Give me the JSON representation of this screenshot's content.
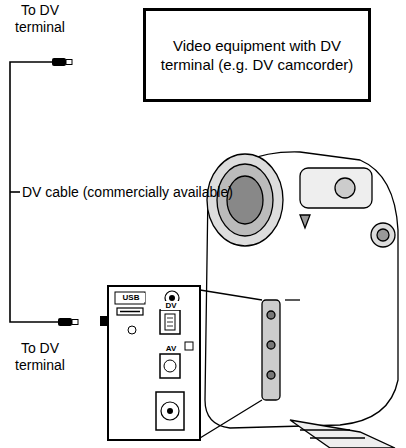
{
  "diagram": {
    "nodes": [
      {
        "text": [
          "Video equipment with DV terminal (e.g. DV camcorder)"
        ]
      }
    ],
    "labels": [
      "To DV terminal",
      "DV cable (commercially available)",
      "To DV terminal",
      "USB",
      "DV",
      "AV"
    ]
  }
}
